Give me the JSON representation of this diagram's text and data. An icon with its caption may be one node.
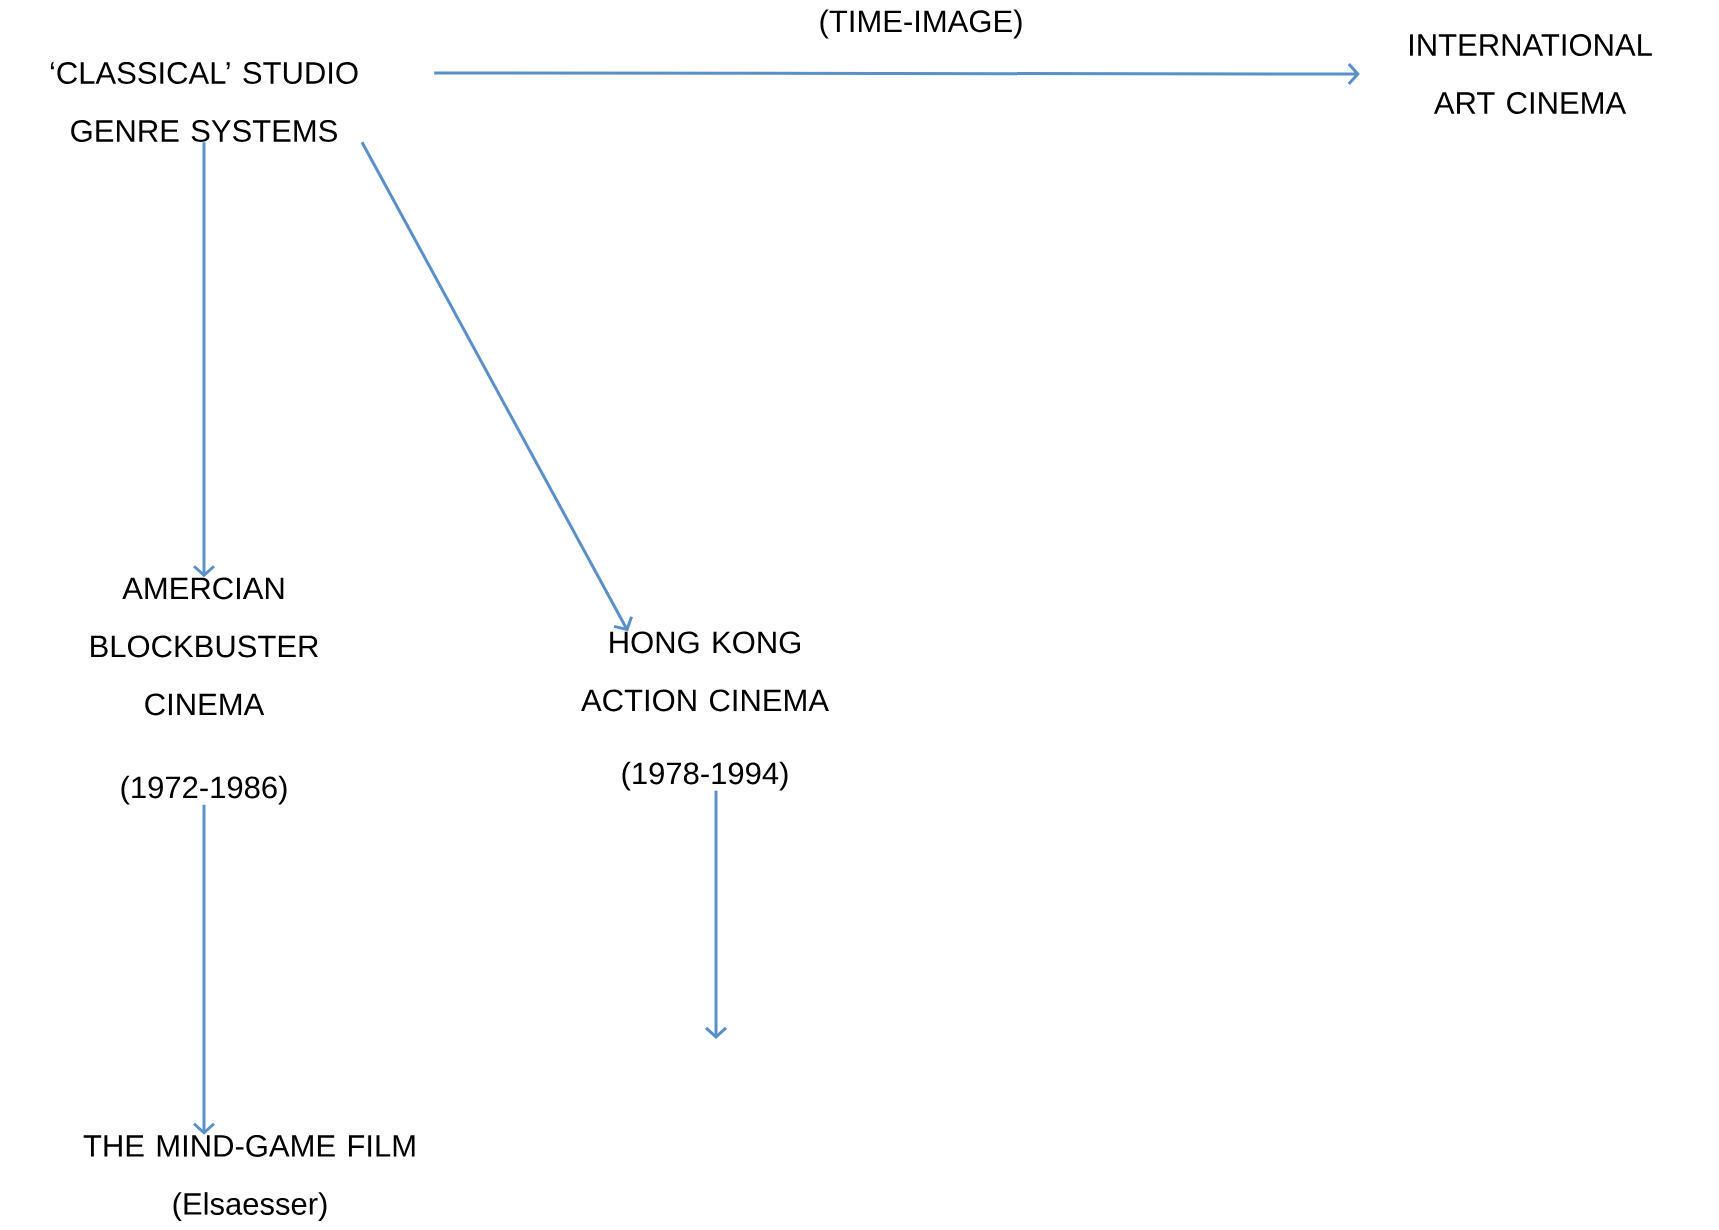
{
  "diagram": {
    "nodes": [
      {
        "text": [
          "‘CLASSICAL’ STUDIO GENRE SYSTEMS"
        ]
      },
      {
        "text": [
          "INTERNATIONAL ART CINEMA"
        ]
      },
      {
        "text": [
          "AMERCIAN BLOCKBUSTER CINEMA",
          "(1972-1986)"
        ]
      },
      {
        "text": [
          "HONG KONG ACTION CINEMA",
          "(1978-1994)"
        ]
      },
      {
        "text": [
          "THE MIND-GAME FILM",
          "(Elsaesser)"
        ]
      }
    ],
    "edges": [
      {
        "from": 0,
        "to": 1,
        "arrow": "to",
        "label": "(TIME-IMAGE)"
      },
      {
        "from": 0,
        "to": 2,
        "arrow": "to"
      },
      {
        "from": 0,
        "to": 3,
        "arrow": "to"
      },
      {
        "from": 2,
        "to": 4,
        "arrow": "to"
      },
      {
        "from": 3,
        "to": null,
        "arrow": "to"
      }
    ]
  }
}
